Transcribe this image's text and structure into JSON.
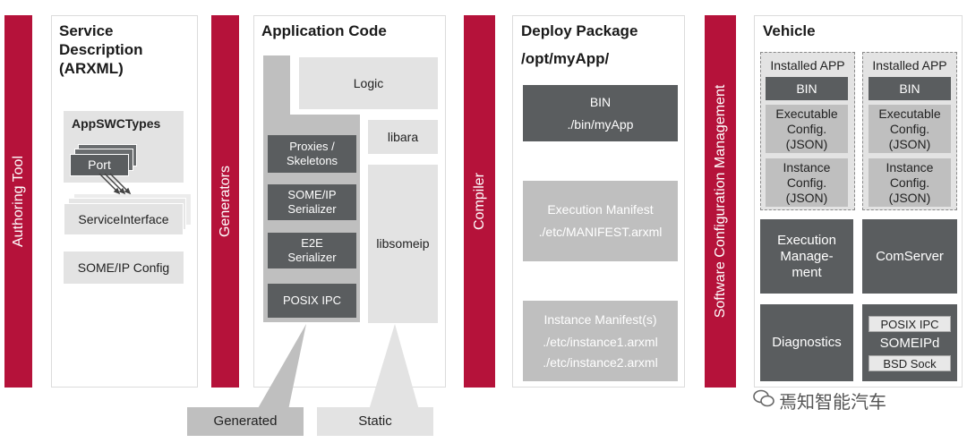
{
  "bars": {
    "authoring": "Authoring Tool",
    "generators": "Generators",
    "compiler": "Compiler",
    "scm": "Software Configuration Management"
  },
  "service": {
    "title_line1": "Service",
    "title_line2": "Description",
    "title_line3": "(ARXML)",
    "appswc": "AppSWCTypes",
    "port": "Port",
    "service_interface": "ServiceInterface",
    "someip_config": "SOME/IP Config"
  },
  "app": {
    "title": "Application Code",
    "logic": "Logic",
    "libara": "libara",
    "libsomeip": "libsomeip",
    "proxies": "Proxies /\nSkeletons",
    "someip_serializer": "SOME/IP\nSerializer",
    "e2e_serializer": "E2E\nSerializer",
    "posix_ipc": "POSIX IPC",
    "generated": "Generated",
    "static": "Static"
  },
  "deploy": {
    "title_line1": "Deploy Package",
    "title_line2": "/opt/myApp/",
    "bin_title": "BIN",
    "bin_path": "./bin/myApp",
    "exec_title": "Execution Manifest",
    "exec_path": "./etc/MANIFEST.arxml",
    "inst_title": "Instance Manifest(s)",
    "inst_path1": "./etc/instance1.arxml",
    "inst_path2": "./etc/instance2.arxml"
  },
  "vehicle": {
    "title": "Vehicle",
    "installed_app": "Installed APP",
    "bin": "BIN",
    "exec_config": "Executable\nConfig.\n(JSON)",
    "inst_config": "Instance\nConfig.\n(JSON)",
    "execution_mgmt": "Execution\nManage-\nment",
    "comserver": "ComServer",
    "diagnostics": "Diagnostics",
    "posix_ipc": "POSIX IPC",
    "someipd": "SOMEIPd",
    "bsd_sock": "BSD Sock"
  },
  "watermark": "焉知智能汽车"
}
